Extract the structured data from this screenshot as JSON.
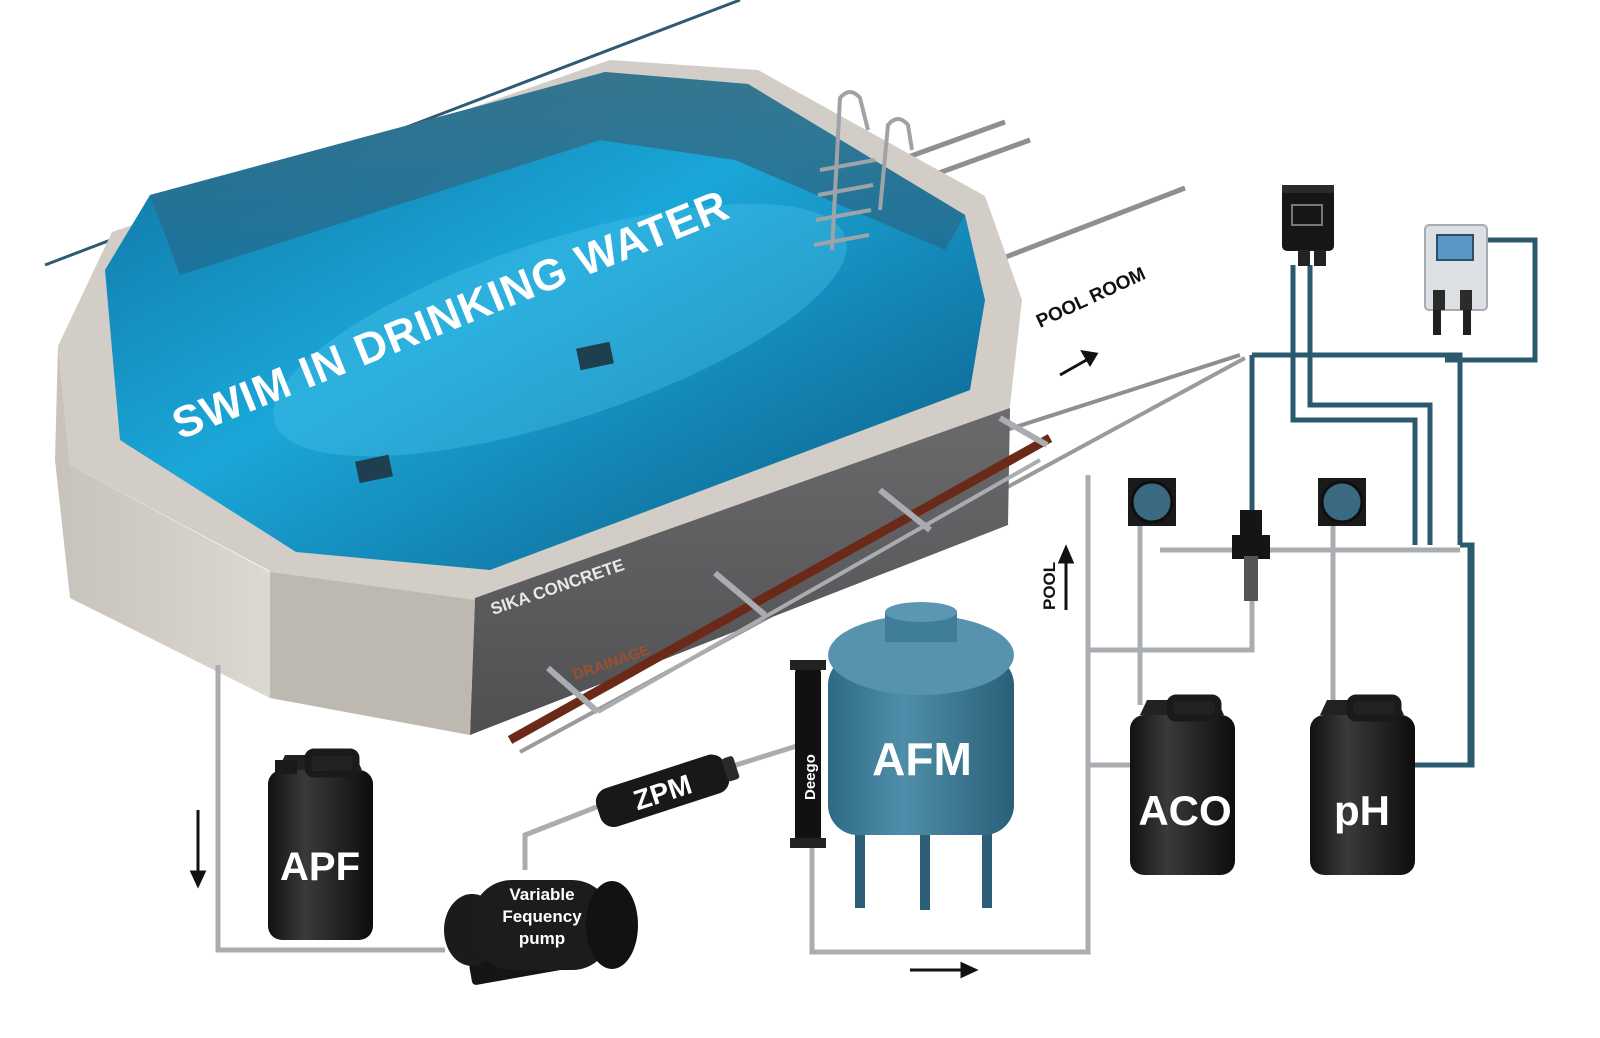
{
  "pool": {
    "headline": "SWIM IN DRINKING WATER",
    "wall_label": "SIKA CONCRETE",
    "drain_label": "DRAINAGE"
  },
  "labels": {
    "pool_room": "POOL ROOM",
    "pool": "POOL"
  },
  "components": {
    "apf": "APF",
    "pump_line1": "Variable",
    "pump_line2": "Fequency",
    "pump_line3": "pump",
    "zpm": "ZPM",
    "deego": "Deego",
    "afm": "AFM",
    "aco": "ACO",
    "ph": "pH"
  },
  "colors": {
    "water": "#1a9fd0",
    "water_deep": "#0d5f8f",
    "concrete": "#cfcac3",
    "concrete_dark": "#5a5a5c",
    "tank": "#3f7d98",
    "canister": "#1c1c1c",
    "pipe_grey": "#a9adb2",
    "pipe_blue": "#2b5a6e",
    "drain_pipe": "#6b2a18"
  }
}
